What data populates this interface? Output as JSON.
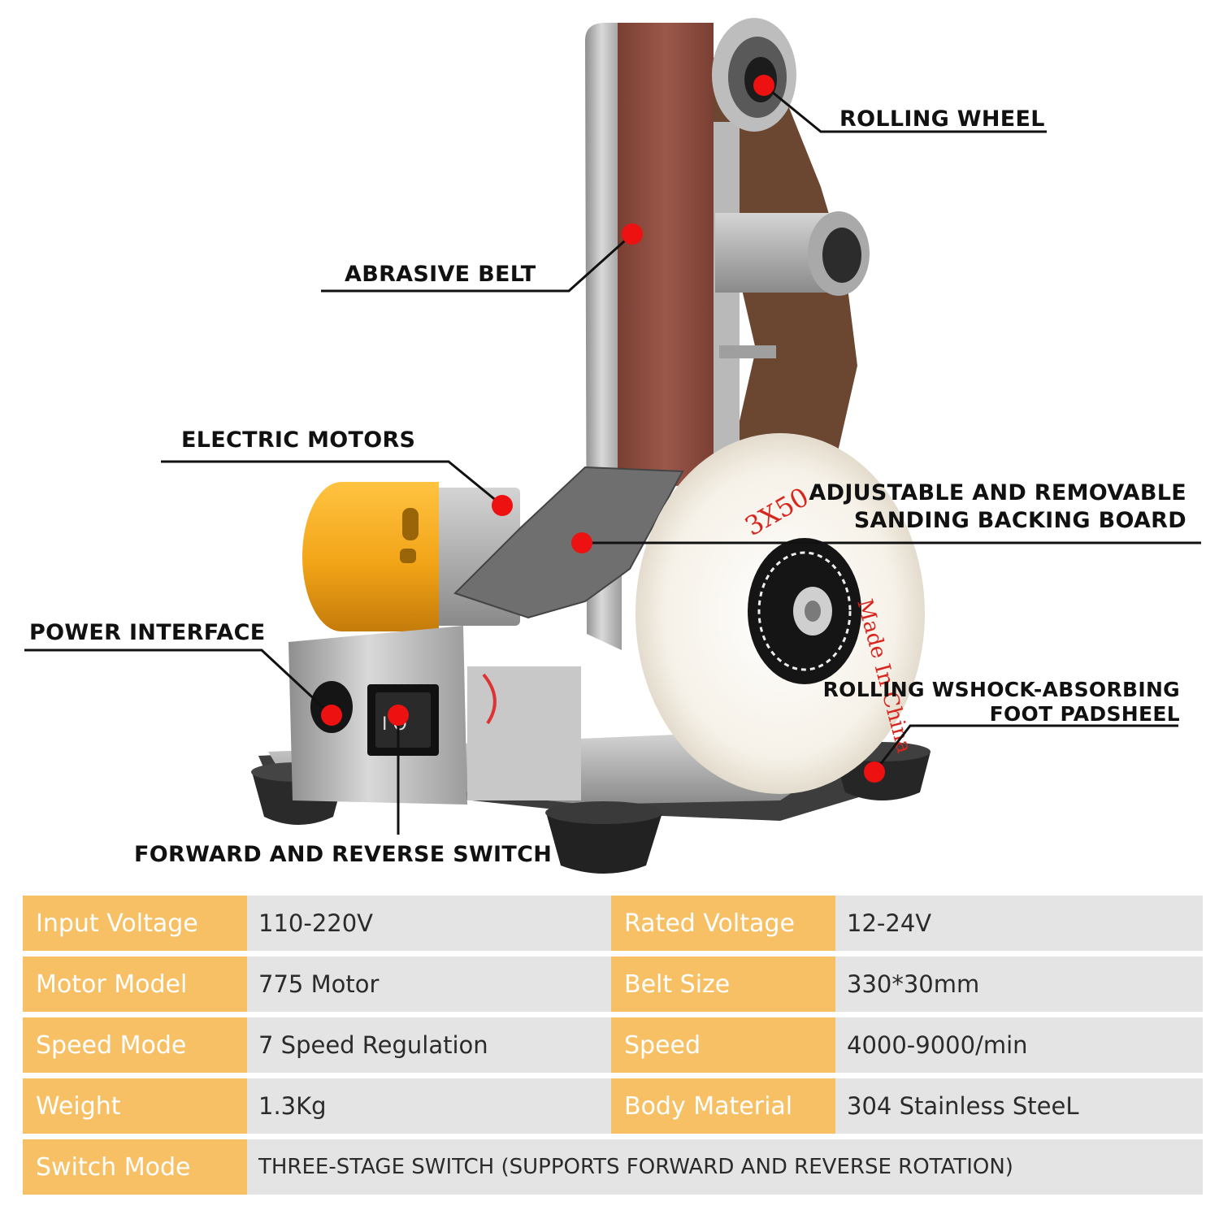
{
  "callouts": {
    "rolling_wheel": "ROLLING WHEEL",
    "abrasive_belt": "ABRASIVE BELT",
    "electric_motors": "ELECTRIC MOTORS",
    "backing_board_line1": "ADJUSTABLE AND REMOVABLE",
    "backing_board_line2": "SANDING BACKING BOARD",
    "power_interface": "POWER INTERFACE",
    "foot_pad_line1": "ROLLING WSHOCK-ABSORBING",
    "foot_pad_line2": "FOOT PADSHEEL",
    "switch": "FORWARD AND REVERSE SWITCH"
  },
  "product_markings": {
    "wheel_size": "3X50",
    "wheel_origin": "Made In China",
    "switch_symbols": "I O"
  },
  "colors": {
    "marker": "#ee1111",
    "spec_label_bg": "#f8c064",
    "spec_value_bg": "#e4e4e4",
    "motor": "#f4a91d",
    "belt": "#8a4a3c"
  },
  "specs": {
    "rows": [
      {
        "label1": "Input Voltage",
        "value1": "110-220V",
        "label2": "Rated Voltage",
        "value2": "12-24V"
      },
      {
        "label1": "Motor Model",
        "value1": "775 Motor",
        "label2": "Belt Size",
        "value2": "330*30mm"
      },
      {
        "label1": "Speed Mode",
        "value1": "7 Speed Regulation",
        "label2": "Speed",
        "value2": "4000-9000/min"
      },
      {
        "label1": "Weight",
        "value1": "1.3Kg",
        "label2": "Body Material",
        "value2": "304 Stainless SteeL"
      }
    ],
    "switch_mode": {
      "label": "Switch Mode",
      "value": "THREE-STAGE SWITCH (SUPPORTS FORWARD AND REVERSE ROTATION)"
    }
  }
}
